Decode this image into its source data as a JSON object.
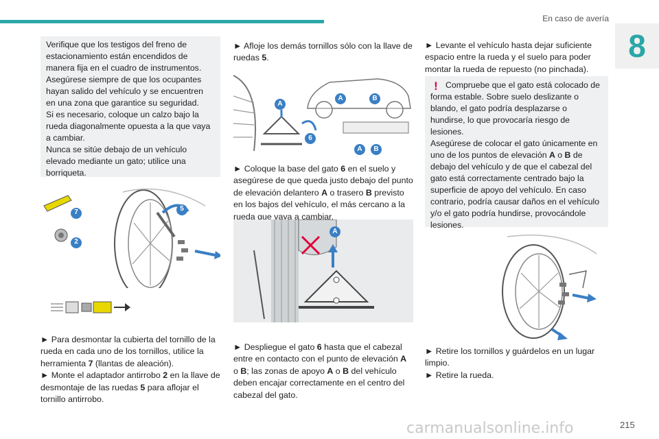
{
  "header": {
    "section": "En caso de avería",
    "chapter": "8"
  },
  "col1": {
    "warning": [
      "Verifique que los testigos del freno de estacionamiento están encendidos de manera fija en el cuadro de instrumentos.",
      "Asegúrese siempre de que los ocupantes hayan salido del vehículo y se encuentren en una zona que garantice su seguridad.",
      "Si es necesario, coloque un calzo bajo la rueda diagonalmente opuesta a la que vaya a cambiar.",
      "Nunca se sitúe debajo de un vehículo elevado mediante un gato; utilice una borriqueta."
    ],
    "fig_labels": {
      "l7": "7",
      "l2": "2",
      "l5": "5"
    },
    "step1_a": "► Para desmontar la cubierta del tornillo de la rueda en cada uno de los tornillos, utilice la herramienta ",
    "step1_b": "7",
    "step1_c": " (llantas de aleación).",
    "step2_a": "► Monte el adaptador antirrobo ",
    "step2_b": "2",
    "step2_c": " en la llave de desmontaje de las ruedas ",
    "step2_d": "5",
    "step2_e": " para aflojar el tornillo antirrobo."
  },
  "col2": {
    "step1_a": "► Afloje los demás tornillos sólo con la llave de ruedas ",
    "step1_b": "5",
    "step1_c": ".",
    "fig1_labels": {
      "A": "A",
      "B": "B",
      "six": "6"
    },
    "step2_a": "► Coloque la base del gato ",
    "step2_b": "6",
    "step2_c": " en el suelo y asegúrese de que queda justo debajo del punto de elevación delantero ",
    "step2_d": "A",
    "step2_e": " o trasero ",
    "step2_f": "B",
    "step2_g": " previsto en los bajos del vehículo, el más cercano a la rueda que vaya a cambiar.",
    "step3_a": "► Despliegue el gato ",
    "step3_b": "6",
    "step3_c": " hasta que el cabezal entre en contacto con el punto de elevación ",
    "step3_d": "A",
    "step3_e": " o ",
    "step3_f": "B",
    "step3_g": "; las zonas de apoyo ",
    "step3_h": "A",
    "step3_i": " o ",
    "step3_j": "B",
    "step3_k": " del vehículo deben encajar correctamente en el centro del cabezal del gato."
  },
  "col3": {
    "step1": "► Levante el vehículo hasta dejar suficiente espacio entre la rueda y el suelo para poder montar la rueda de repuesto (no pinchada).",
    "alert_icon": "!",
    "alert_1": "Compruebe que el gato está colocado de forma estable. Sobre suelo deslizante o blando, el gato podría desplazarse o hundirse, lo que provocaría riesgo de lesiones.",
    "alert_2a": "Asegúrese de colocar el gato únicamente en uno de los puntos de elevación ",
    "alert_2b": "A",
    "alert_2c": " o ",
    "alert_2d": "B",
    "alert_2e": " de debajo del vehículo y de que el cabezal del gato está correctamente centrado bajo la superficie de apoyo del vehículo. En caso contrario, podría causar daños en el vehículo y/o el gato podría hundirse, provocándole lesiones.",
    "step2": "► Retire los tornillos y guárdelos en un lugar limpio.",
    "step3": "► Retire la rueda."
  },
  "footer": {
    "url": "carmanualsonline.info",
    "page": "215"
  },
  "colors": {
    "accent": "#2aa7a8",
    "marker_blue": "#3a7fc4",
    "alert_red": "#e0003c"
  }
}
